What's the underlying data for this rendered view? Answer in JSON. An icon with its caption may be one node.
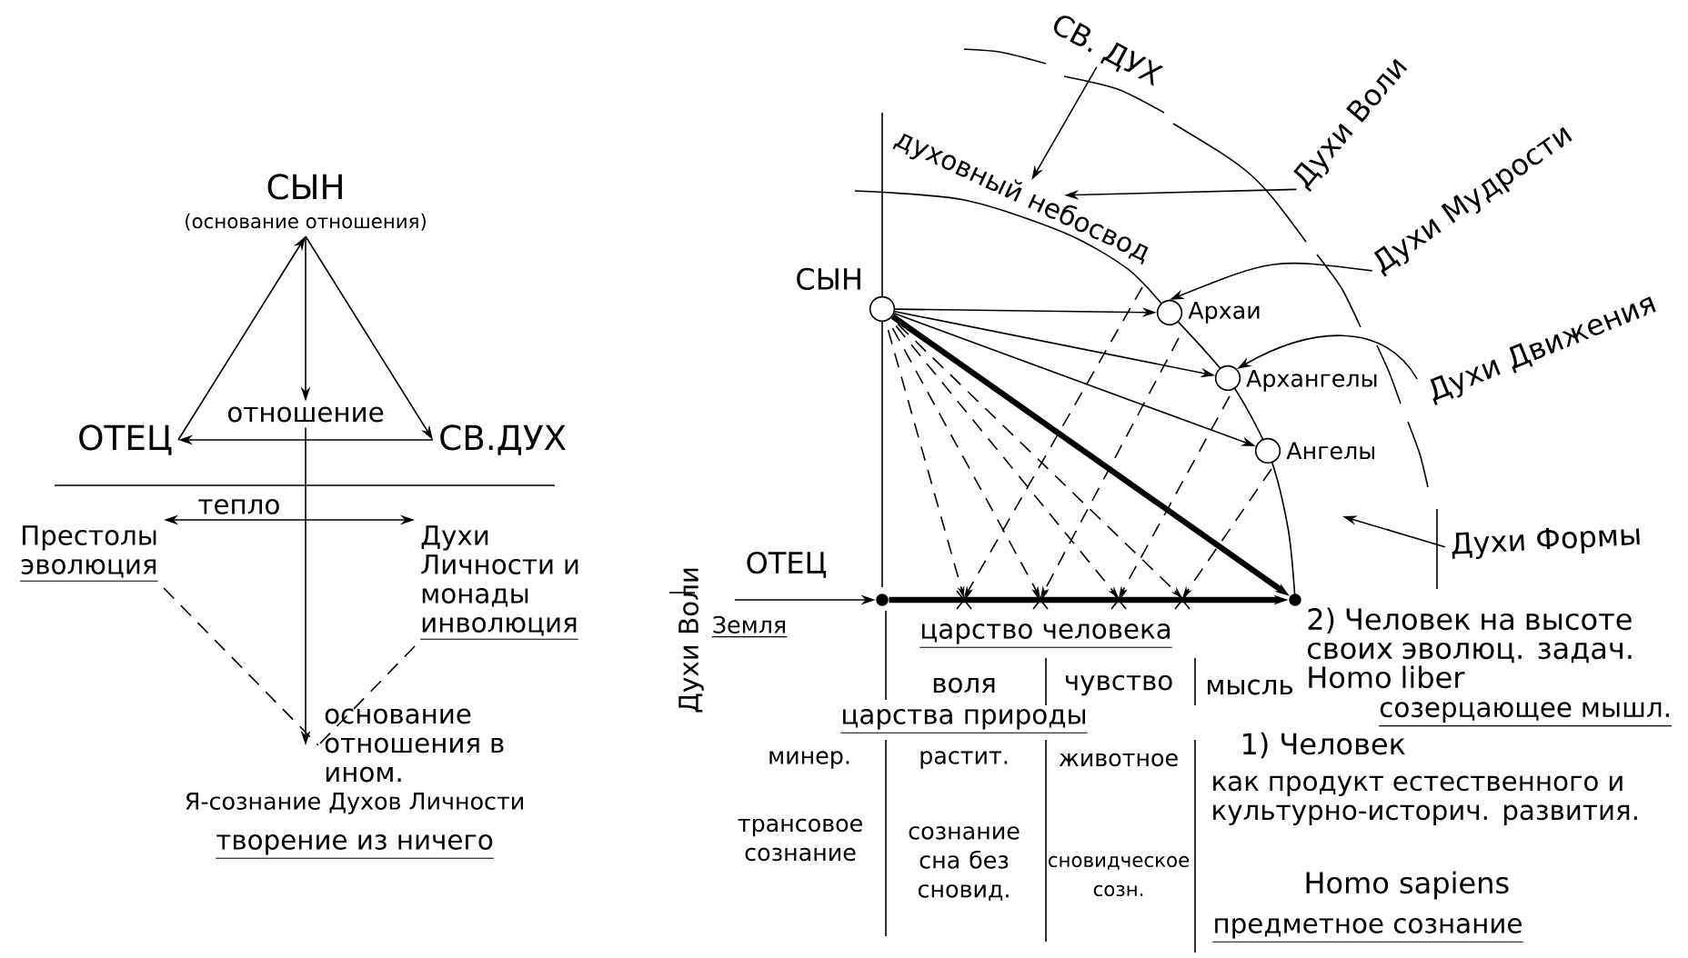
{
  "diagram": {
    "nodes": [
      {
        "text": [
          "СЫН",
          "(основание отношения)"
        ]
      },
      {
        "text": [
          "ОТЕЦ"
        ]
      },
      {
        "text": [
          "СВ.ДУХ"
        ]
      },
      {
        "text": [
          "отношение"
        ]
      },
      {
        "text": [
          "Престолы",
          "эволюция"
        ]
      },
      {
        "text": [
          "Духи Личности и монады",
          "инволюция"
        ]
      },
      {
        "text": [
          "основание отношения в ином."
        ]
      },
      {
        "text": [
          "СЫН"
        ]
      },
      {
        "text": [
          "Архаи"
        ]
      },
      {
        "text": [
          "Архангелы"
        ]
      },
      {
        "text": [
          "Ангелы"
        ]
      },
      {
        "text": [
          "ОТЕЦ"
        ]
      },
      {
        "text": [
          "2) Человек на высоте своих эволюц. задач. Homo liber",
          "созерцающее мышл."
        ]
      },
      {
        "text": [
          "СВ. ДУХ"
        ]
      },
      {
        "text": [
          "Духи Воли"
        ]
      },
      {
        "text": [
          "Духи Мудрости"
        ]
      },
      {
        "text": [
          "Духи Движения"
        ]
      },
      {
        "text": [
          "Духи Формы"
        ]
      },
      {
        "text": [
          "духовный небосвод"
        ]
      }
    ],
    "edges": [
      {
        "from": 1,
        "to": 0,
        "arrow": "to"
      },
      {
        "from": 0,
        "to": 2,
        "arrow": "to"
      },
      {
        "from": 2,
        "to": 1,
        "arrow": "to"
      },
      {
        "from": 0,
        "to": 3,
        "arrow": "to"
      },
      {
        "from": 3,
        "to": 6,
        "arrow": "to"
      },
      {
        "from": 4,
        "to": 5,
        "arrow": "both",
        "label": "тепло"
      },
      {
        "from": 4,
        "to": 6,
        "arrow": "none",
        "style": "dashed"
      },
      {
        "from": 5,
        "to": 6,
        "arrow": "none",
        "style": "dashed"
      },
      {
        "from": 7,
        "to": 8,
        "arrow": "to"
      },
      {
        "from": 7,
        "to": 9,
        "arrow": "to"
      },
      {
        "from": 7,
        "to": 10,
        "arrow": "to"
      },
      {
        "from": 7,
        "to": 12,
        "arrow": "to",
        "style": "thick"
      },
      {
        "from": null,
        "to": 11,
        "arrow": "to"
      },
      {
        "from": 11,
        "to": 12,
        "arrow": "to",
        "style": "thick"
      },
      {
        "from": 13,
        "to": 18,
        "arrow": "to"
      },
      {
        "from": 14,
        "to": 18,
        "arrow": "to"
      },
      {
        "from": 15,
        "to": 8,
        "arrow": "to"
      },
      {
        "from": 16,
        "to": 9,
        "arrow": "to"
      },
      {
        "from": 17,
        "to": null,
        "arrow": "to"
      }
    ],
    "labels": [
      "Я-сознание Духов Личности",
      "творение из ничего",
      "Духи Воли",
      "Земля",
      "царство человека",
      "воля",
      "чувство",
      "мысль",
      "царства природы",
      "минер.",
      "растит.",
      "животное",
      "трансовое сознание",
      "сознание сна без сновид.",
      "сновидческое созн.",
      "1) Человек",
      "как продукт естественного и культурно-историч. развития.",
      "Homo sapiens",
      "предметное сознание"
    ]
  }
}
